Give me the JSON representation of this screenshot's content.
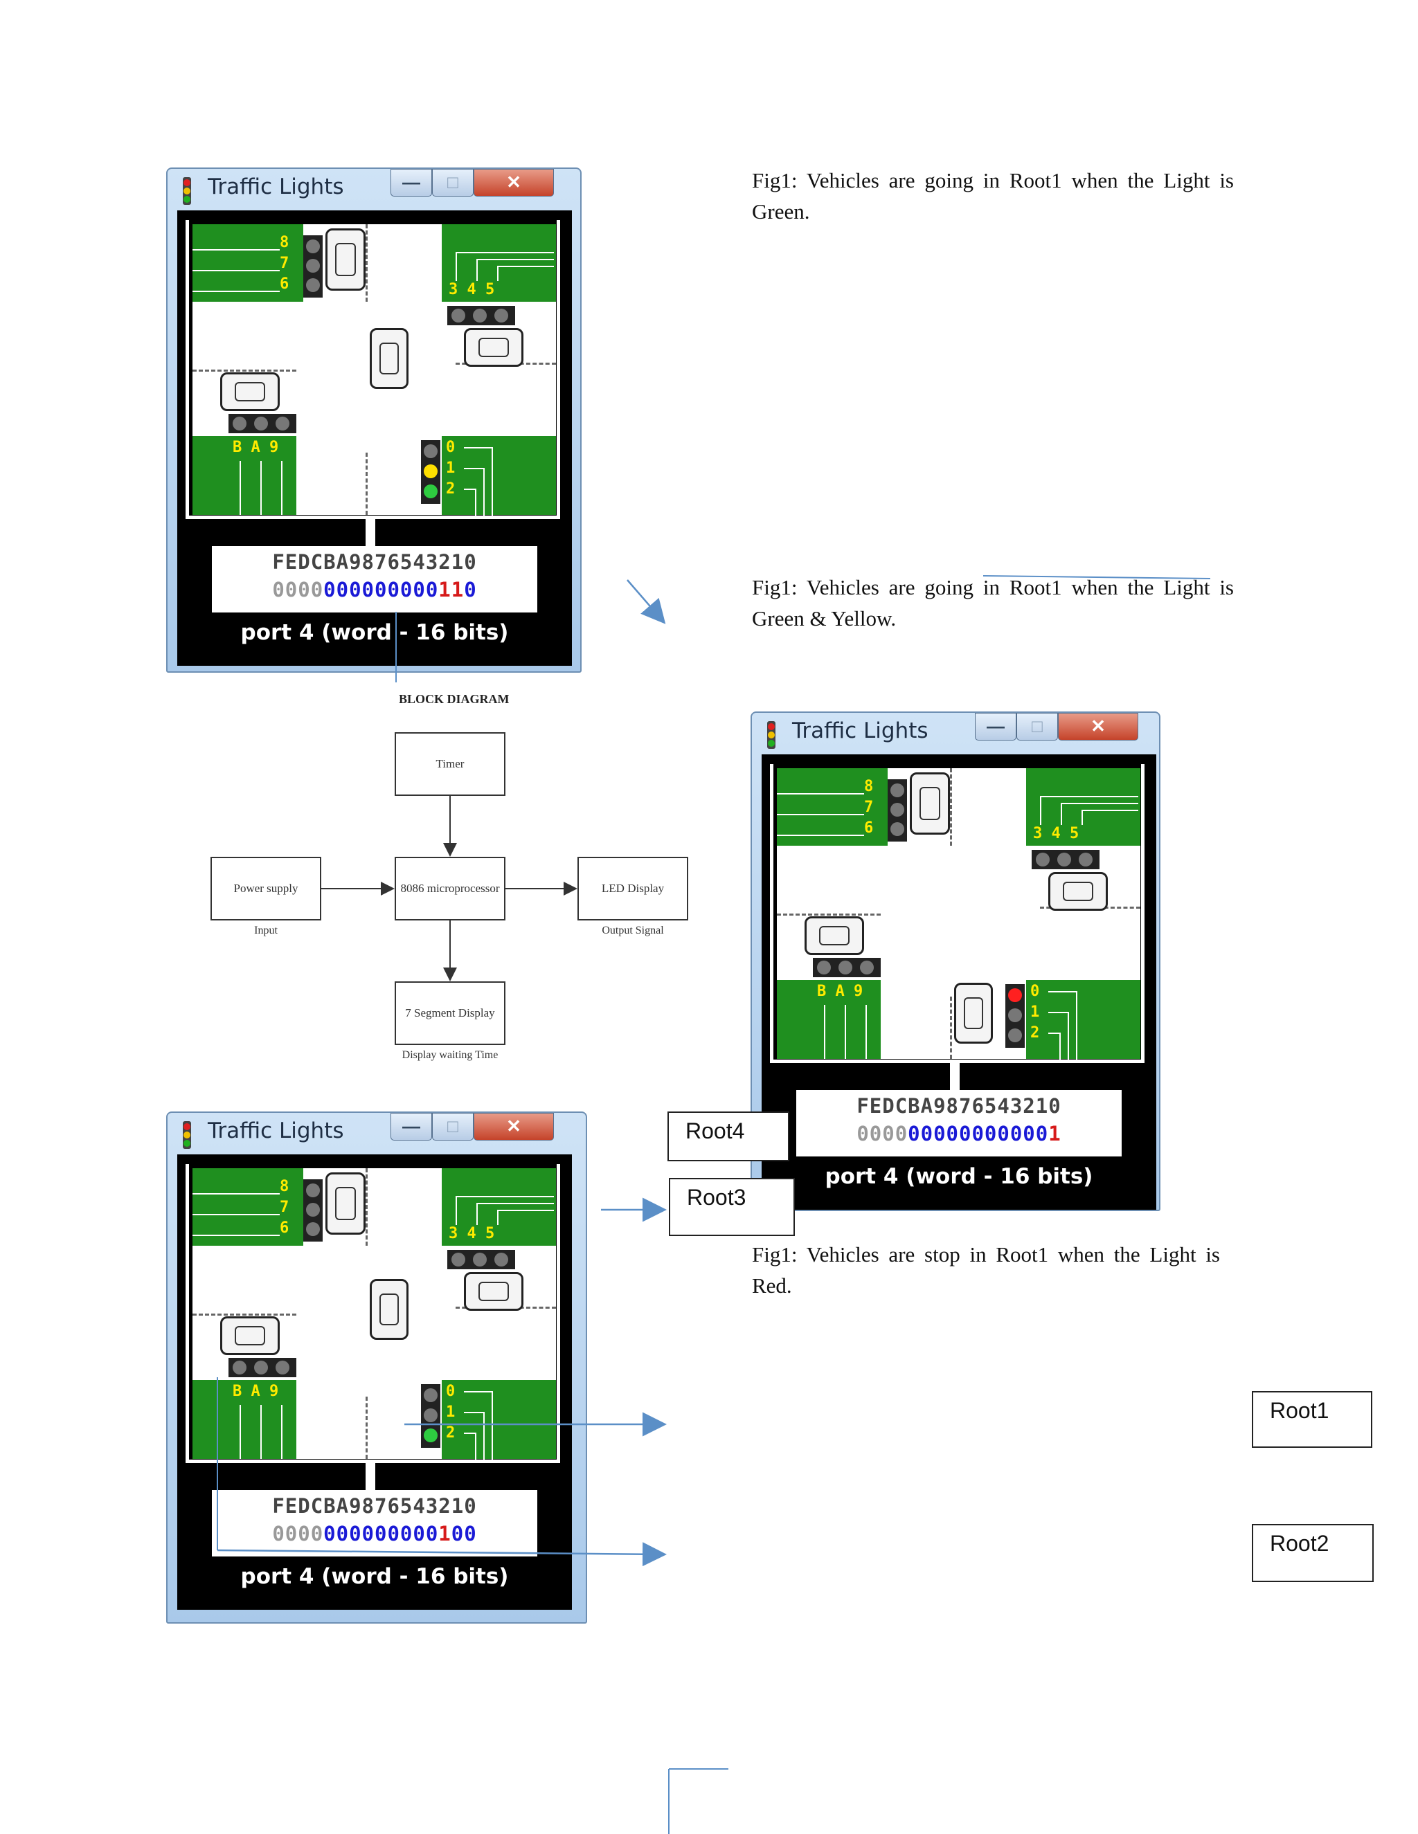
{
  "captions": [
    "Fig1:  Vehicles  are going  in  Root1  when the Light  is Green.",
    "Fig1:  Vehicles  are going  in  Root1  when the Light  is Green  &  Yellow.",
    "Fig1:  Vehicles  are stop in  Root1  when  the Light is Red."
  ],
  "windows": [
    {
      "title": "Traffic Lights",
      "hex": "FEDCBA9876543210",
      "bits_grey": "0000",
      "bits_blue": "000000000",
      "bits_red": "11",
      "bits_tail": "0",
      "port_label": "port 4 (word - 16 bits)"
    },
    {
      "title": "Traffic Lights",
      "hex": "FEDCBA9876543210",
      "bits_grey": "0000",
      "bits_blue": "00000000000",
      "bits_red": "1",
      "bits_tail": "",
      "port_label": "port 4 (word - 16 bits)"
    },
    {
      "title": "Traffic Lights",
      "hex": "FEDCBA9876543210",
      "bits_grey": "0000",
      "bits_blue": "000000000",
      "bits_red": "1",
      "bits_tail": "00",
      "port_label": "port 4 (word - 16 bits)"
    }
  ],
  "lamp_labels": {
    "top_left": [
      "8",
      "7",
      "6"
    ],
    "top_right": "3 4 5",
    "bottom_left": "B A 9",
    "bottom_right": [
      "0",
      "1",
      "2"
    ]
  },
  "block_diagram": {
    "title": "BLOCK DIAGRAM",
    "timer": "Timer",
    "cpu": "8086 microprocessor",
    "power": "Power supply",
    "power_sub": "Input",
    "led": "LED Display",
    "led_sub": "Output Signal",
    "seg": "7 Segment Display",
    "seg_sub": "Display waiting Time"
  },
  "root_labels": {
    "root4": "Root4",
    "root3": "Root3",
    "root1": "Root1",
    "root2": "Root2"
  },
  "colors": {
    "grass": "#1f8f1f",
    "titlebar": "#bcd6f0",
    "arrow": "#5b8fc7",
    "bit_blue": "#1a1ad6",
    "bit_red": "#d61a1a",
    "bit_grey": "#999999"
  }
}
